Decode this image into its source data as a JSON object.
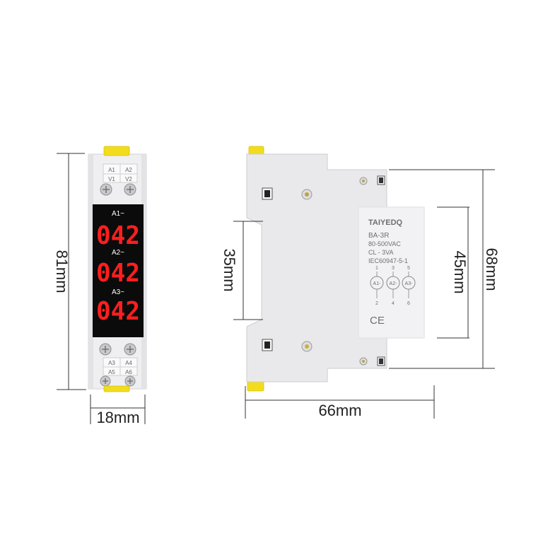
{
  "front_view": {
    "terminal_top": {
      "a1": "A1",
      "a2": "A2",
      "v1": "V1",
      "v2": "V2"
    },
    "displays": [
      {
        "label": "A1~",
        "reading": "042"
      },
      {
        "label": "A2~",
        "reading": "042"
      },
      {
        "label": "A3~",
        "reading": "042"
      }
    ],
    "terminal_bottom": {
      "a3": "A3",
      "a4": "A4",
      "a5": "A5",
      "a6": "A6"
    }
  },
  "side_view": {
    "brand": "TAIYEDQ",
    "model": "BA-3R",
    "voltage": "80-500VAC",
    "power": "CL - 3VA",
    "standard": "IEC60947-5-1",
    "terminals_top": [
      "1",
      "3",
      "5"
    ],
    "channels": [
      "A1-",
      "A2-",
      "A3-"
    ],
    "terminals_bottom": [
      "2",
      "4",
      "6"
    ],
    "certification": "CE"
  },
  "dimensions": {
    "front_height": "81mm",
    "front_width": "18mm",
    "din_rail": "35mm",
    "depth": "66mm",
    "face_height": "45mm",
    "body_height": "68mm"
  },
  "colors": {
    "clip": "#f2dc1f",
    "display": "#0b0b0b",
    "digits": "#ff1e1e"
  }
}
